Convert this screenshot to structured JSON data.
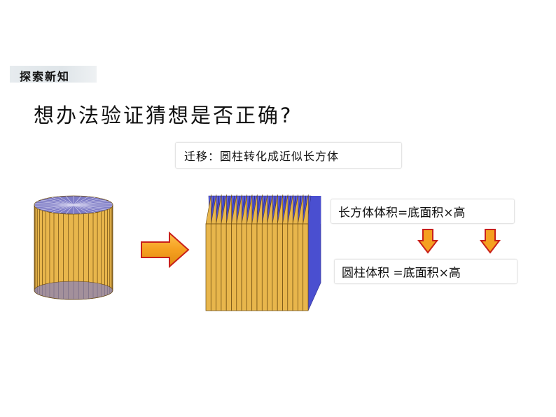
{
  "section_tag": "探索新知",
  "question": "想办法验证猜想是否正确?",
  "transfer_label": "迁移：圆柱转化成近似长方体",
  "cuboid_formula": "长方体体积=底面积×高",
  "cylinder_formula": "圆柱体积 =底面积×高",
  "colors": {
    "strip_fill": "#e8b64c",
    "strip_stroke": "#6b4a10",
    "top_purple": "#7e7cc6",
    "wedge_blue": "#4a4fd0",
    "arrow_orange": "#f5a020",
    "arrow_red": "#c8201a",
    "tag_bg": "#e2e7ea"
  },
  "icons": {
    "big_arrow": "right-arrow-icon",
    "small_arrows": "down-arrow-icon"
  }
}
